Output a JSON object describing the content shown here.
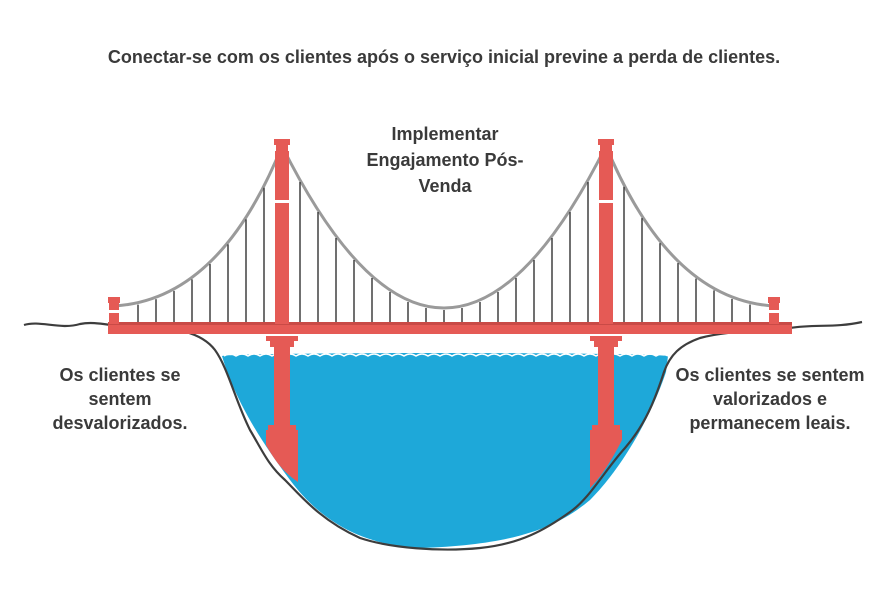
{
  "title": "Conectar-se com os clientes após o serviço inicial previne a perda de clientes.",
  "center_label": "Implementar Engajamento Pós-Venda",
  "left_label": "Os clientes se sentem desvalorizados.",
  "right_label": "Os clientes se sentem valorizados e permanecem leais.",
  "colors": {
    "bridge_red": "#e55a55",
    "water_blue": "#1ea8d9",
    "cable_gray": "#9a9a9a",
    "hanger_dark": "#333333",
    "ground_dark": "#3d3d3d",
    "text_dark": "#3a3a3a"
  }
}
